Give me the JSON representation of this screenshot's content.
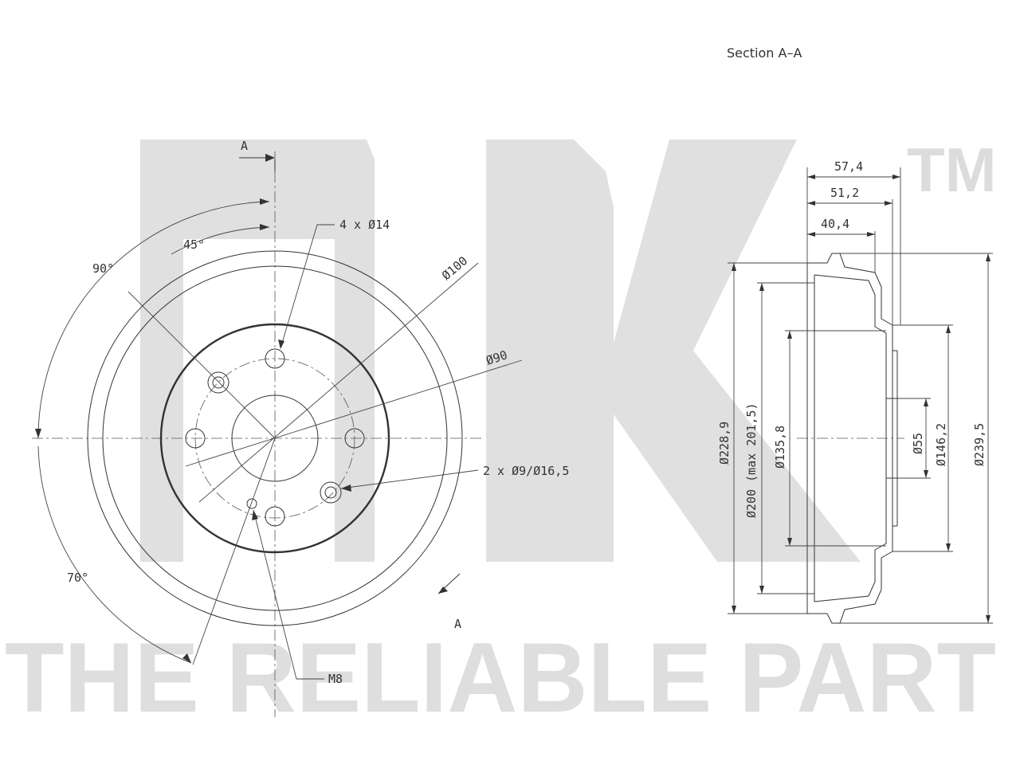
{
  "watermark": {
    "brand": "NK",
    "tm": "TM",
    "tagline": "THE RELIABLE PART",
    "color": "#e0e0e0"
  },
  "section_title": "Section A–A",
  "section_markers": {
    "top": "A",
    "bottom": "A"
  },
  "front_view": {
    "bolt_holes": "4 x Ø14",
    "pcd": "Ø100",
    "hub_pilot": "Ø90",
    "angle_45": "45°",
    "angle_90": "90°",
    "angle_70": "70°",
    "fixing_holes": "2 x Ø9/Ø16,5",
    "thread": "M8"
  },
  "section_view": {
    "depth_1": "57,4",
    "depth_2": "51,2",
    "depth_3": "40,4",
    "d_outer_drum": "Ø228,9",
    "d_braking": "Ø200 (max 201,5)",
    "d_inner": "Ø135,8",
    "d_hub": "Ø55",
    "d_flange": "Ø146,2",
    "d_overall": "Ø239,5"
  },
  "colors": {
    "line": "#333333",
    "watermark": "#e0e0e0",
    "background": "#ffffff"
  }
}
